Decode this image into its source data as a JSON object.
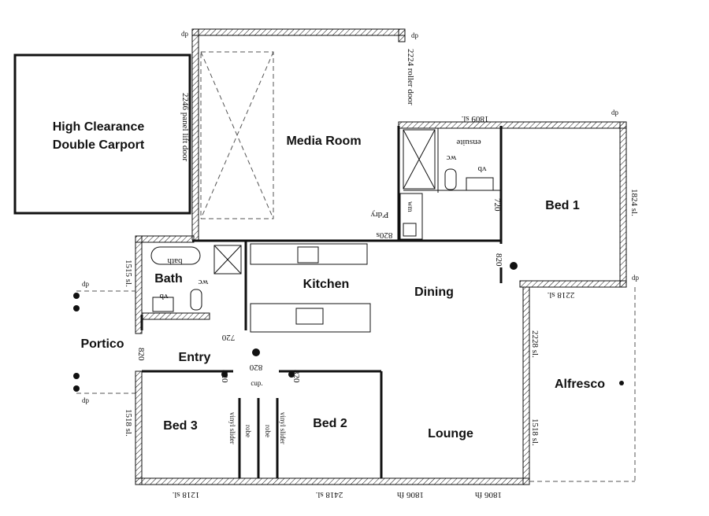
{
  "rooms": {
    "carport_line1": "High Clearance",
    "carport_line2": "Double Carport",
    "media": "Media Room",
    "bed1": "Bed 1",
    "bath": "Bath",
    "kitchen": "Kitchen",
    "dining": "Dining",
    "portico": "Portico",
    "entry": "Entry",
    "alfresco": "Alfresco",
    "bed3": "Bed 3",
    "bed2": "Bed 2",
    "lounge": "Lounge",
    "ensuite": "ensuite",
    "pantry": "P'dry"
  },
  "fixtures": {
    "wc": "wc",
    "vb": "vb",
    "bath": "bath",
    "wm": "wm",
    "cup": "cup.",
    "robe": "robe",
    "vinyl_slider": "vinyl slider",
    "dp": "dp"
  },
  "dimensions": {
    "panel_lift_door": "2246 panel lift door",
    "roller_door": "2224 roller door",
    "ensuite_window": "1809 sl.",
    "bed1_right": "1824 sl.",
    "bed1_bottom": "2218 sl.",
    "door_820s": "820s",
    "door_720a": "720",
    "door_820a": "820",
    "bath_window": "1515 sl.",
    "door_720b": "720",
    "door_820b": "820",
    "door_820c": "820",
    "door_820d": "820",
    "door_820e": "820",
    "alfresco_slider": "2228 sl.",
    "lounge_right": "1518 sl.",
    "bed3_left": "1518 sl.",
    "bed3_bottom": "1218 sl.",
    "bed2_bottom": "2418 sl.",
    "lounge_fh1": "1806 fh",
    "lounge_fh2": "1806 fh"
  }
}
